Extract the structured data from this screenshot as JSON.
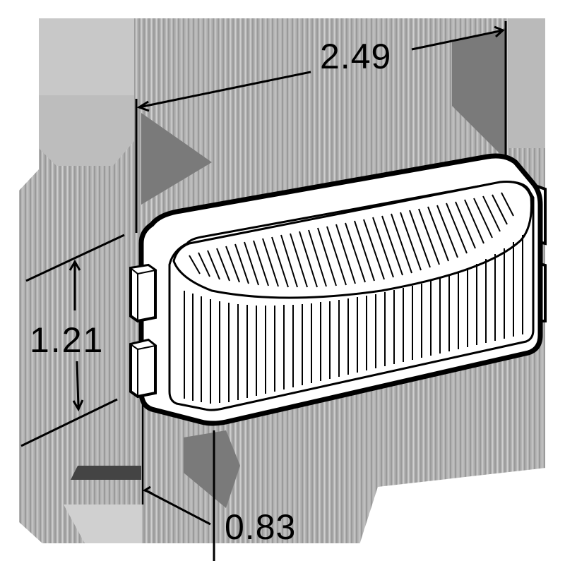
{
  "diagram": {
    "subject": "rectangular clamshell marker lamp",
    "colors": {
      "background": "#ffffff",
      "artifact_gray": "#b9b9b9",
      "artifact_dark": "#7a7a7a",
      "lines": "#000000",
      "body_fill": "#ffffff"
    },
    "dimensions": {
      "width": {
        "label": "2.49"
      },
      "height": {
        "label": "1.21"
      },
      "depth": {
        "label": "0.83"
      }
    }
  }
}
